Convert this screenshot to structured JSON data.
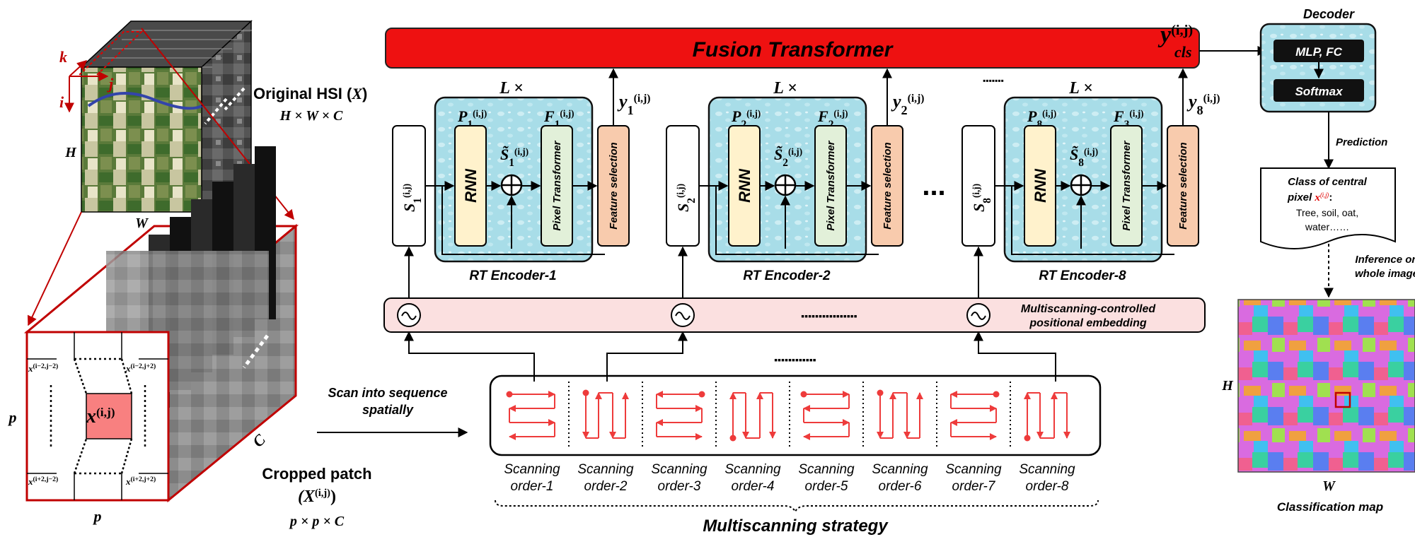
{
  "fusion": {
    "title": "Fusion Transformer",
    "color": "#ee1111"
  },
  "decoder": {
    "title": "Decoder",
    "mlp_label": "MLP, FC",
    "softmax_label": "Softmax",
    "prediction_label": "Prediction"
  },
  "y_cls": {
    "base": "y",
    "sub": "cls",
    "sup": "(i,j)"
  },
  "hsi": {
    "title_text": "Original HSI (",
    "var": "X",
    "close": ")",
    "dims": "H × W × C",
    "label_i": "i",
    "label_j": "j",
    "label_k": "k",
    "label_H": "H",
    "label_W": "W",
    "label_C": "C"
  },
  "patch": {
    "center": "x",
    "center_sup": "(i,j)",
    "tl": "(i−2,j−2)",
    "tr": "(i−2,j+2)",
    "bl": "(i+2,j−2)",
    "br": "(i+2,j+2)",
    "label_p_side": "p",
    "label_p_bottom": "p",
    "label_C": "C",
    "cap_title": "Cropped patch",
    "cap_var": "(X",
    "cap_sup": "(i,j)",
    "cap_close": ")",
    "cap_dims": "p × p × C"
  },
  "scan_arrow_label": [
    "Scan into sequence",
    "spatially"
  ],
  "encoders": [
    {
      "seq_sub": "1",
      "p_sub": "1",
      "s_sub": "1",
      "f_sub": "1",
      "y_sub": "1",
      "caption": "RT Encoder-1"
    },
    {
      "seq_sub": "2",
      "p_sub": "2",
      "s_sub": "2",
      "f_sub": "2",
      "y_sub": "2",
      "caption": "RT Encoder-2"
    },
    {
      "seq_sub": "8",
      "p_sub": "8",
      "s_sub": "8",
      "f_sub": "3",
      "y_sub": "8",
      "caption": "RT Encoder-8"
    }
  ],
  "encoder_common": {
    "layers": "L ×",
    "rnn": "RNN",
    "pixel_transformer": "Pixel Transformer",
    "feature_selection": "Feature selection",
    "sup": "(i,j)",
    "ellipsis": "..."
  },
  "positional_embedding": [
    "Multiscanning-controlled",
    "positional  embedding"
  ],
  "scanning_orders": [
    [
      "Scanning",
      "order-1"
    ],
    [
      "Scanning",
      "order-2"
    ],
    [
      "Scanning",
      "order-3"
    ],
    [
      "Scanning",
      "order-4"
    ],
    [
      "Scanning",
      "order-5"
    ],
    [
      "Scanning",
      "order-6"
    ],
    [
      "Scanning",
      "order-7"
    ],
    [
      "Scanning",
      "order-8"
    ]
  ],
  "strategy_label": "Multiscanning strategy",
  "classification": {
    "class_line1": "Class of central",
    "class_line2": "pixel ",
    "class_var": "x",
    "class_sup": "(i,j)",
    "class_colon": ":",
    "class_line3": "Tree, soil, oat,",
    "class_line4": "water……",
    "inference": [
      "Inference on",
      "whole image"
    ],
    "map_label_H": "H",
    "map_label_W": "W",
    "map_caption": "Classification map"
  },
  "colors": {
    "encoder_bg": "#a8dde8",
    "rnn": "#fff2cc",
    "pixel_tf": "#e2f0d9",
    "feature": "#f8cbad",
    "pe_band": "#fbe0e0",
    "scan_red": "#ee3b3b",
    "patch_border": "#c00000",
    "patch_center": "#f88080"
  }
}
